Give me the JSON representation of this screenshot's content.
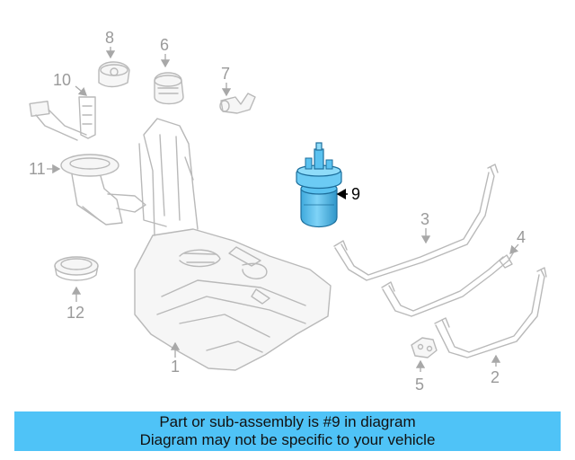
{
  "banner": {
    "line1": "Part or sub-assembly is #9 in diagram",
    "line2": "Diagram may not be specific to your vehicle"
  },
  "callouts": {
    "c1": "1",
    "c2": "2",
    "c3": "3",
    "c4": "4",
    "c5": "5",
    "c6": "6",
    "c7": "7",
    "c8": "8",
    "c9": "9",
    "c10": "10",
    "c11": "11",
    "c12": "12"
  },
  "colors": {
    "highlight_part": "#5bc2f0",
    "banner_bg": "#4fc3f7",
    "line_art": "#b9b9b9"
  }
}
